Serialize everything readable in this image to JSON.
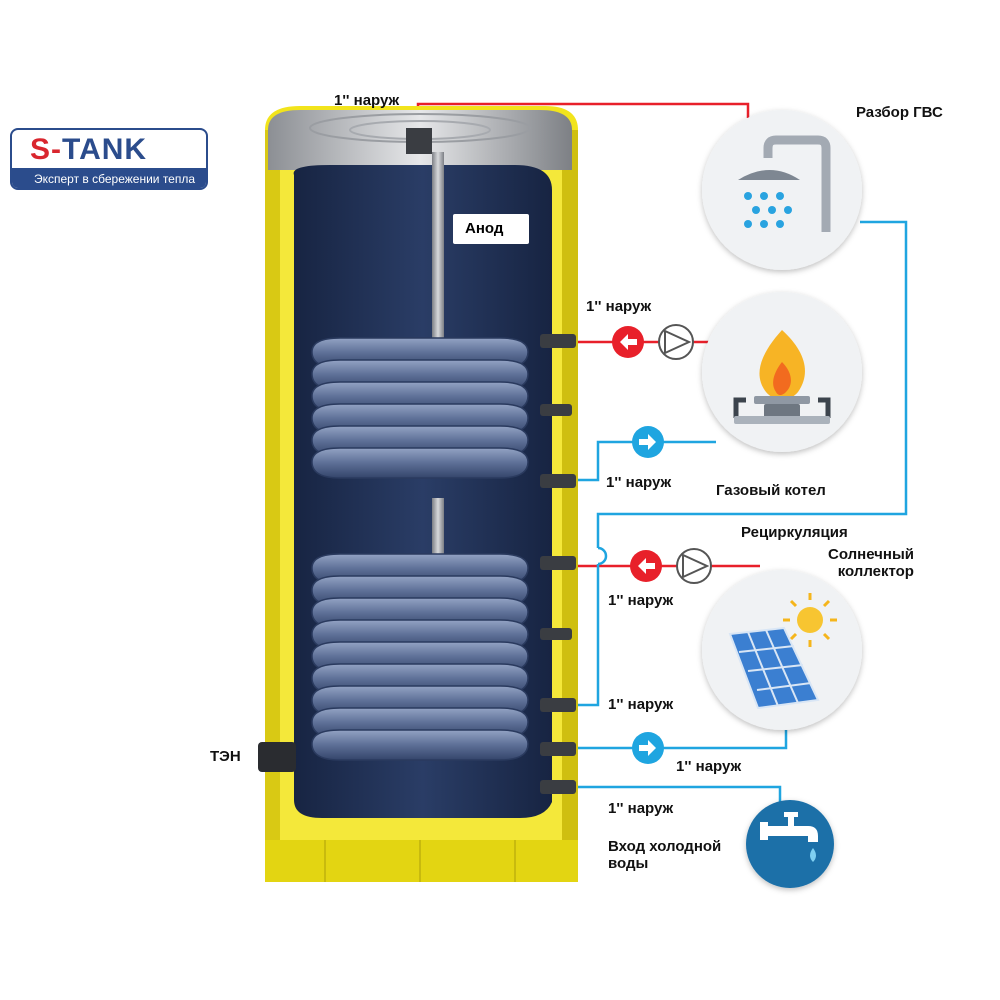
{
  "logo": {
    "brand_prefix": "S-",
    "brand_suffix": "TANK",
    "tagline": "Эксперт в сбережении тепла"
  },
  "labels": {
    "top_connection": "1'' наруж",
    "dhw_outlet": "Разбор ГВС",
    "anode": "Анод",
    "boiler_supply": "1'' наруж",
    "boiler_return": "1'' наруж",
    "gas_boiler": "Газовый котел",
    "recirculation": "Рециркуляция",
    "solar_collector": "Солнечный\nколлектор",
    "solar_supply": "1'' наруж",
    "solar_mid": "1'' наруж",
    "solar_return": "1'' наруж",
    "cold_connection": "1'' наруж",
    "cold_inlet": "Вход холодной\nводы",
    "heater": "ТЭН"
  },
  "colors": {
    "hot_line": "#e8202a",
    "cold_line": "#1fa5e0",
    "tank_jacket": "#f2e41c",
    "tank_inner": "#1e2d4f",
    "coil": "#6b7fa8",
    "logo_blue": "#2b4c8c",
    "logo_red": "#d9262e",
    "icon_circle": "#f0f2f4",
    "tap_circle": "#1b6fa8"
  },
  "icons": [
    "shower-icon",
    "gas-flame-icon",
    "solar-panel-icon",
    "water-tap-icon",
    "pump-icon",
    "flow-arrow-icon"
  ]
}
